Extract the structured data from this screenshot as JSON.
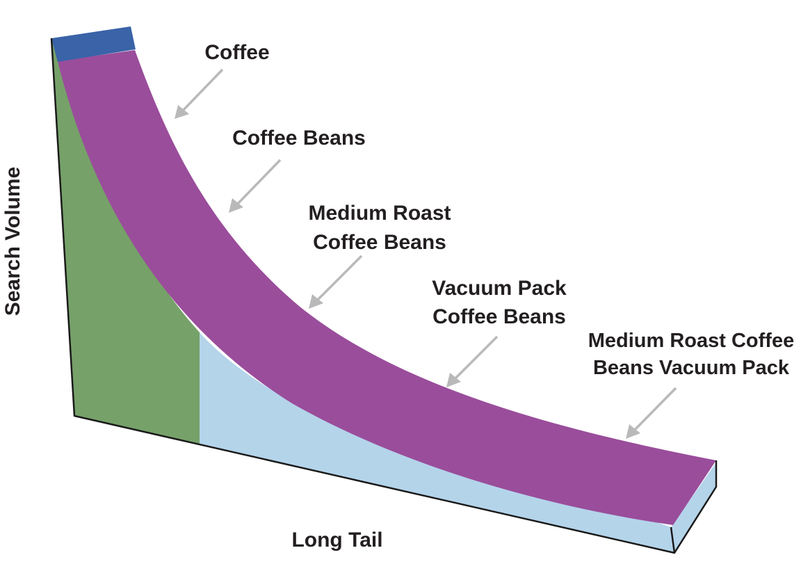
{
  "diagram": {
    "axes": {
      "y_label": "Search Volume",
      "x_label": "Long Tail"
    },
    "keywords": [
      {
        "lines": [
          "Coffee"
        ]
      },
      {
        "lines": [
          "Coffee Beans"
        ]
      },
      {
        "lines": [
          "Medium Roast",
          "Coffee Beans"
        ]
      },
      {
        "lines": [
          "Vacuum Pack",
          "Coffee Beans"
        ]
      },
      {
        "lines": [
          "Medium Roast Coffee",
          "Beans Vacuum Pack"
        ]
      }
    ],
    "colors": {
      "curve_top": "#9a4d9b",
      "head_cap": "#3a63a8",
      "head_region": "#76a169",
      "tail_region": "#b4d4ea",
      "outline": "#1a1a1a",
      "arrows": "#b9b9b9",
      "text": "#231f20"
    }
  }
}
